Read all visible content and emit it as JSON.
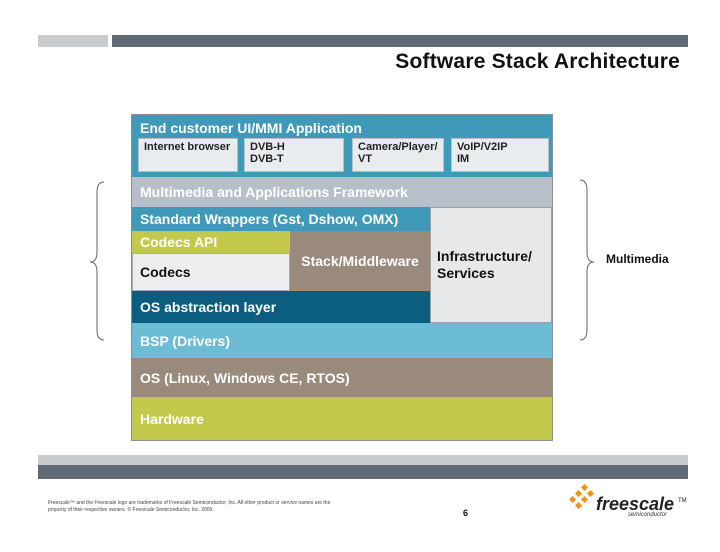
{
  "title": "Software Stack Architecture",
  "stack": {
    "app_title": "End customer UI/MMI Application",
    "apps": [
      {
        "line1": "Internet browser",
        "line2": ""
      },
      {
        "line1": "DVB-H",
        "line2": "DVB-T"
      },
      {
        "line1": "Camera/Player/",
        "line2": "VT"
      },
      {
        "line1": "VoIP/V2IP",
        "line2": "IM"
      }
    ],
    "multimedia_framework": "Multimedia and Applications Framework",
    "standard_wrappers": "Standard Wrappers (Gst, Dshow, OMX)",
    "infrastructure": "Infrastructure/\n Services",
    "codecs_api": "Codecs API",
    "codecs": "Codecs",
    "stack_middleware": "Stack/Middleware",
    "os_abstraction": "OS abstraction layer",
    "bsp": "BSP (Drivers)",
    "os": "OS (Linux, Windows CE, RTOS)",
    "hardware": "Hardware"
  },
  "bracket_label": "Multimedia",
  "footer": {
    "legal": "Freescale™ and the Freescale logo are trademarks of Freescale Semiconductor, Inc. All other product or service names are the property of their respective owners. © Freescale Semiconductor, Inc. 2009.",
    "page_number": "6",
    "logo": "freescale",
    "logo_tm": "TM",
    "logo_sub": "semiconductor"
  },
  "colors": {
    "teal": "#3e9ab8",
    "dark_teal": "#0c5e80",
    "light_blue": "#6cbcd5",
    "olive": "#c3c94a",
    "taupe": "#998a7c",
    "grey": "#b7c0c8",
    "header_bar": "#5e6b77",
    "logo_orange": "#f0901e"
  }
}
